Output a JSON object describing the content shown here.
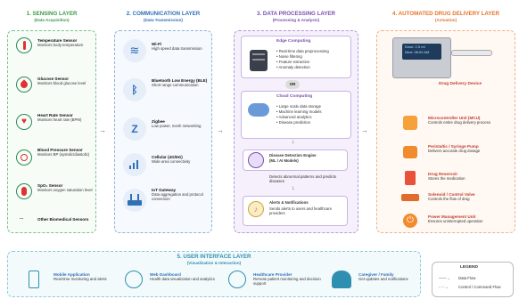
{
  "layers": {
    "sensing": {
      "title": "1. SENSING LAYER",
      "subtitle": "(Data Acquisition)",
      "color": "#3a9a4a",
      "items": [
        {
          "name": "Temperature Sensor",
          "desc": "Monitors body temperature"
        },
        {
          "name": "Glucose Sensor",
          "desc": "Monitors blood glucose level"
        },
        {
          "name": "Heart Rate Sensor",
          "desc": "Monitors heart rate (BPM)"
        },
        {
          "name": "Blood Pressure Sensor",
          "desc": "Monitors BP (systolic/diastolic)"
        },
        {
          "name": "SpO₂ Sensor",
          "desc": "Monitors oxygen saturation level"
        },
        {
          "name": "Other Biomedical Sensors",
          "desc": ""
        }
      ],
      "ellipsis": "..."
    },
    "communication": {
      "title": "2. COMMUNICATION LAYER",
      "subtitle": "(Data Transmission)",
      "color": "#2f6fb8",
      "items": [
        {
          "name": "Wi-Fi",
          "desc": "High speed data transmission"
        },
        {
          "name": "Bluetooth Low Energy (BLE)",
          "desc": "Short range communication"
        },
        {
          "name": "Zigbee",
          "desc": "Low power, mesh networking"
        },
        {
          "name": "Cellular (4G/5G)",
          "desc": "Wide area connectivity"
        },
        {
          "name": "IoT Gateway",
          "desc": "Data aggregation and protocol conversion"
        }
      ]
    },
    "processing": {
      "title": "3. DATA PROCESSING LAYER",
      "subtitle": "(Processing & Analysis)",
      "color": "#7a4fb0",
      "edge": {
        "title": "Edge Computing",
        "bullets": [
          "• Real-time data preprocessing",
          "• Noise filtering",
          "• Feature extraction",
          "• Anomaly detection"
        ]
      },
      "or": "OR",
      "cloud": {
        "title": "Cloud Computing",
        "bullets": [
          "• Large scale data storage",
          "• Machine learning models",
          "• Advanced analytics",
          "• Disease prediction"
        ]
      },
      "engine": {
        "title": "Disease Detection Engine",
        "sub": "(ML / AI Models)",
        "desc": "Detects abnormal patterns and predicts diseases"
      },
      "alerts": {
        "title": "Alerts & Notifications",
        "desc": "Sends alerts to users and healthcare providers"
      }
    },
    "delivery": {
      "title": "4. AUTOMATED DRUG DELIVERY LAYER",
      "subtitle": "(Actuation)",
      "color": "#e3742b",
      "device_label": "Drug Delivery Device",
      "screen_line1": "Dose: 2.5 ml",
      "screen_line2": "Next: 08:00 AM",
      "items": [
        {
          "name": "Microcontroller Unit (MCU)",
          "desc": "Controls entire drug delivery process"
        },
        {
          "name": "Peristaltic / Syringe Pump",
          "desc": "Delivers accurate drug dosage"
        },
        {
          "name": "Drug Reservoir",
          "desc": "Stores the medication"
        },
        {
          "name": "Solenoid / Control Valve",
          "desc": "Controls the flow of drug"
        },
        {
          "name": "Power Management Unit",
          "desc": "Ensures uninterrupted operation"
        }
      ]
    },
    "ui": {
      "title": "5. USER INTERFACE LAYER",
      "subtitle": "(Visualization & Interaction)",
      "color": "#2f8fb0",
      "items": [
        {
          "name": "Mobile Application",
          "desc": "Real-time monitoring and alerts"
        },
        {
          "name": "Web Dashboard",
          "desc": "Health data visualization and analytics"
        },
        {
          "name": "Healthcare Provider",
          "desc": "Remote patient monitoring and decision support"
        },
        {
          "name": "Caregiver / Family",
          "desc": "Get updates and notifications"
        }
      ]
    }
  },
  "legend": {
    "title": "LEGEND",
    "data_flow": "Data Flow",
    "control_flow": "Control / Command Flow"
  }
}
